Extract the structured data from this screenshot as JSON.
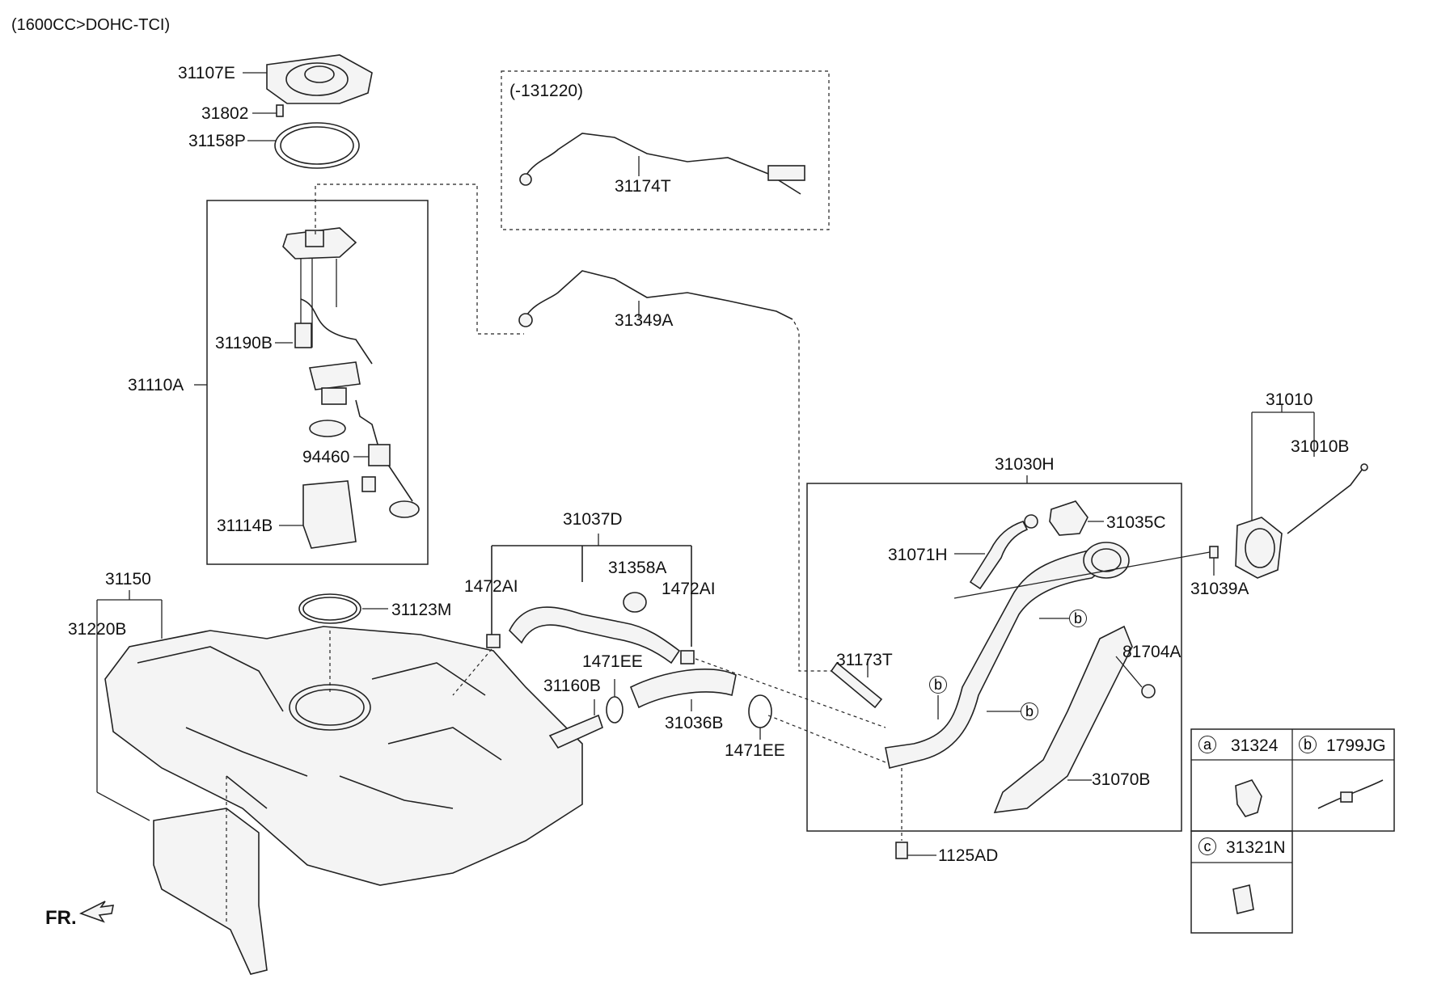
{
  "header": {
    "engine": "(1600CC>DOHC-TCI)"
  },
  "inset": {
    "range": "(-131220)"
  },
  "direction": "FR.",
  "callouts": {
    "p31107E": "31107E",
    "p31802": "31802",
    "p31158P": "31158P",
    "p31190B": "31190B",
    "p31110A": "31110A",
    "p94460": "94460",
    "p31114B": "31114B",
    "p31174T": "31174T",
    "p31349A": "31349A",
    "p31150": "31150",
    "p31220B": "31220B",
    "p31123M": "31123M",
    "p31037D": "31037D",
    "p31358A": "31358A",
    "p1472AI_left": "1472AI",
    "p1472AI_right": "1472AI",
    "p1471EE_top": "1471EE",
    "p31160B": "31160B",
    "p31036B": "31036B",
    "p1471EE_bottom": "1471EE",
    "p31030H": "31030H",
    "p31035C": "31035C",
    "p31071H": "31071H",
    "p31173T": "31173T",
    "p81704A": "81704A",
    "p31070B": "31070B",
    "p1125AD": "1125AD",
    "p31010": "31010",
    "p31010B": "31010B",
    "p31039A": "31039A"
  },
  "markers": {
    "b1": "b",
    "b2": "b",
    "b3": "b"
  },
  "legend": {
    "a": {
      "letter": "a",
      "part": "31324"
    },
    "b": {
      "letter": "b",
      "part": "1799JG"
    },
    "c": {
      "letter": "c",
      "part": "31321N"
    }
  }
}
